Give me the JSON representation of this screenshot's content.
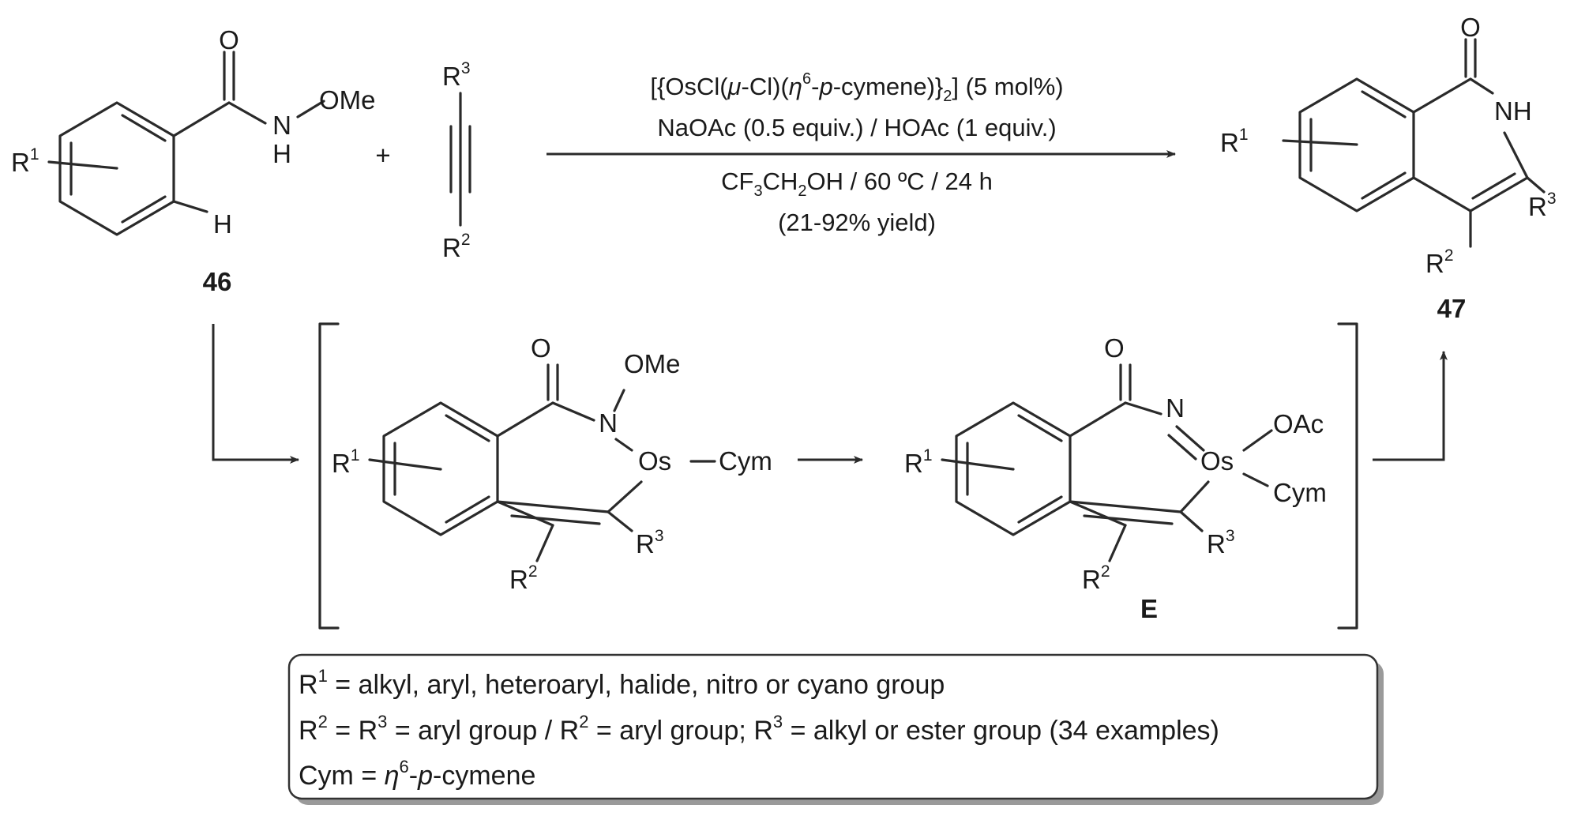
{
  "reactant_amide": {
    "number": "46",
    "r1": "R",
    "r1_sup": "1",
    "carbonyl_o": "O",
    "nitrogen": "N",
    "n_h": "H",
    "ome": "OMe",
    "ortho_h": "H"
  },
  "plus_sign": "+",
  "alkyne": {
    "r3": "R",
    "r3_sup": "3",
    "r2": "R",
    "r2_sup": "2"
  },
  "conditions": {
    "line1": {
      "a": "[{OsCl(",
      "mu": "μ",
      "b": "-Cl)(",
      "eta": "η",
      "eta_sup": "6",
      "c": "-",
      "p": "p",
      "d": "-cymene)}",
      "sub": "2",
      "e": "] (5 mol%)"
    },
    "line2": "NaOAc (0.5 equiv.) / HOAc (1 equiv.)",
    "line3": {
      "a": "CF",
      "sub1": "3",
      "b": "CH",
      "sub2": "2",
      "c": "OH / 60 ºC / 24 h"
    },
    "line4": "(21-92% yield)"
  },
  "product": {
    "number": "47",
    "carbonyl_o": "O",
    "nh": "NH",
    "r1": "R",
    "r1_sup": "1",
    "r2": "R",
    "r2_sup": "2",
    "r3": "R",
    "r3_sup": "3"
  },
  "intermediate_1": {
    "carbonyl_o": "O",
    "ome": "OMe",
    "nitrogen": "N",
    "metal": "Os",
    "ligand": "Cym",
    "r1": "R",
    "r1_sup": "1",
    "r2": "R",
    "r2_sup": "2",
    "r3": "R",
    "r3_sup": "3"
  },
  "intermediate_e": {
    "label": "E",
    "carbonyl_o": "O",
    "nitrogen": "N",
    "metal": "Os",
    "oac": "OAc",
    "ligand": "Cym",
    "r1": "R",
    "r1_sup": "1",
    "r2": "R",
    "r2_sup": "2",
    "r3": "R",
    "r3_sup": "3"
  },
  "legend": {
    "line1": {
      "r": "R",
      "sup": "1",
      "text": " = alkyl, aryl, heteroaryl, halide, nitro or cyano group"
    },
    "line2": {
      "r2": "R",
      "sup2": "2",
      "t1": " = ",
      "r3": "R",
      "sup3": "3",
      "t2": " = aryl group / ",
      "r2b": "R",
      "sup2b": "2",
      "t3": " = aryl group; ",
      "r3b": "R",
      "sup3b": "3",
      "t4": " = alkyl or ester group (34 examples)"
    },
    "line3": {
      "a": "Cym = ",
      "eta": "η",
      "sup": "6",
      "b": "-",
      "p": "p",
      "c": "-cymene"
    }
  }
}
